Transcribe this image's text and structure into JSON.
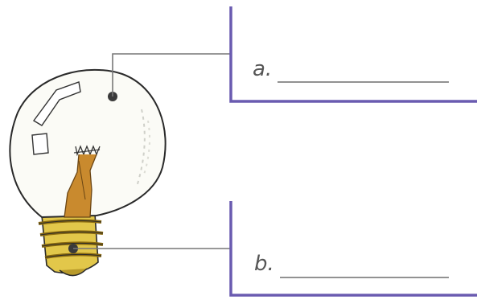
{
  "labels": {
    "a": "a.",
    "b": "b."
  },
  "colors": {
    "bracket": "#6a5bb0",
    "leader": "#777777",
    "answer_line": "#6f6f6f",
    "bulb_outline": "#2a2a2a",
    "glass_tint": "#fbfbf6",
    "glass_shadow": "#cfd0c9",
    "base_gold": "#e2c74a",
    "base_dark": "#8a6a10",
    "filament_stem": "#c98a2e",
    "marker_dot": "#3a3a3a"
  },
  "icons": {
    "bulb": "light-bulb-illustration"
  }
}
